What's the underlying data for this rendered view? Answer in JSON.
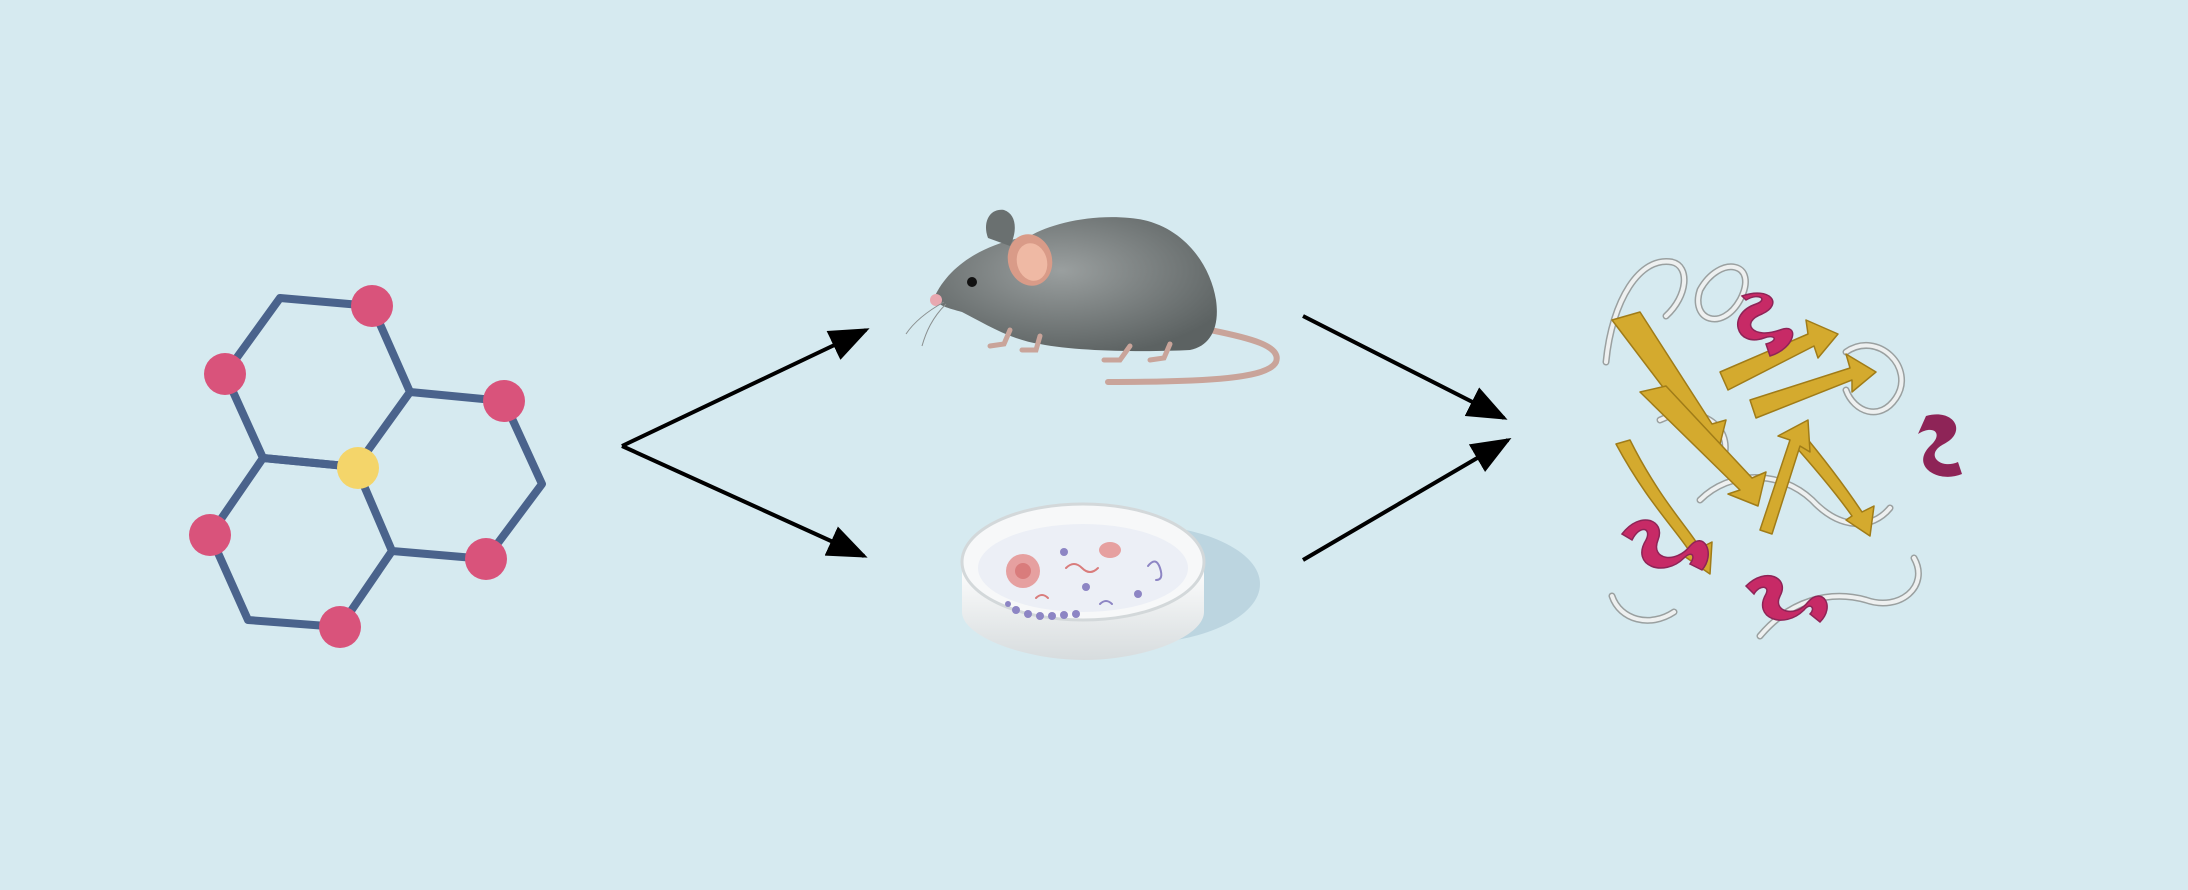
{
  "colors": {
    "background": "#d6eaf0",
    "molecule_bond": "#4a638c",
    "molecule_atom": "#d9537b",
    "molecule_center_atom": "#f4d56a",
    "arrow": "#000000",
    "mouse_body": "#7e8383",
    "mouse_ear": "#efb9a4",
    "dish": "#f1f3f4",
    "protein_strand": "#d4aa2e",
    "protein_helix": "#c72a66",
    "protein_helix_dark": "#8e2457",
    "protein_coil": "#eef0f0"
  },
  "nodes": [
    {
      "id": "molecule",
      "icon": "molecule-icon"
    },
    {
      "id": "mouse",
      "icon": "mouse-icon"
    },
    {
      "id": "petri_dish",
      "icon": "petri-dish-icon"
    },
    {
      "id": "protein",
      "icon": "protein-structure-icon"
    }
  ],
  "edges": [
    {
      "from": "molecule",
      "to": "mouse"
    },
    {
      "from": "molecule",
      "to": "petri_dish"
    },
    {
      "from": "mouse",
      "to": "protein"
    },
    {
      "from": "petri_dish",
      "to": "protein"
    }
  ]
}
